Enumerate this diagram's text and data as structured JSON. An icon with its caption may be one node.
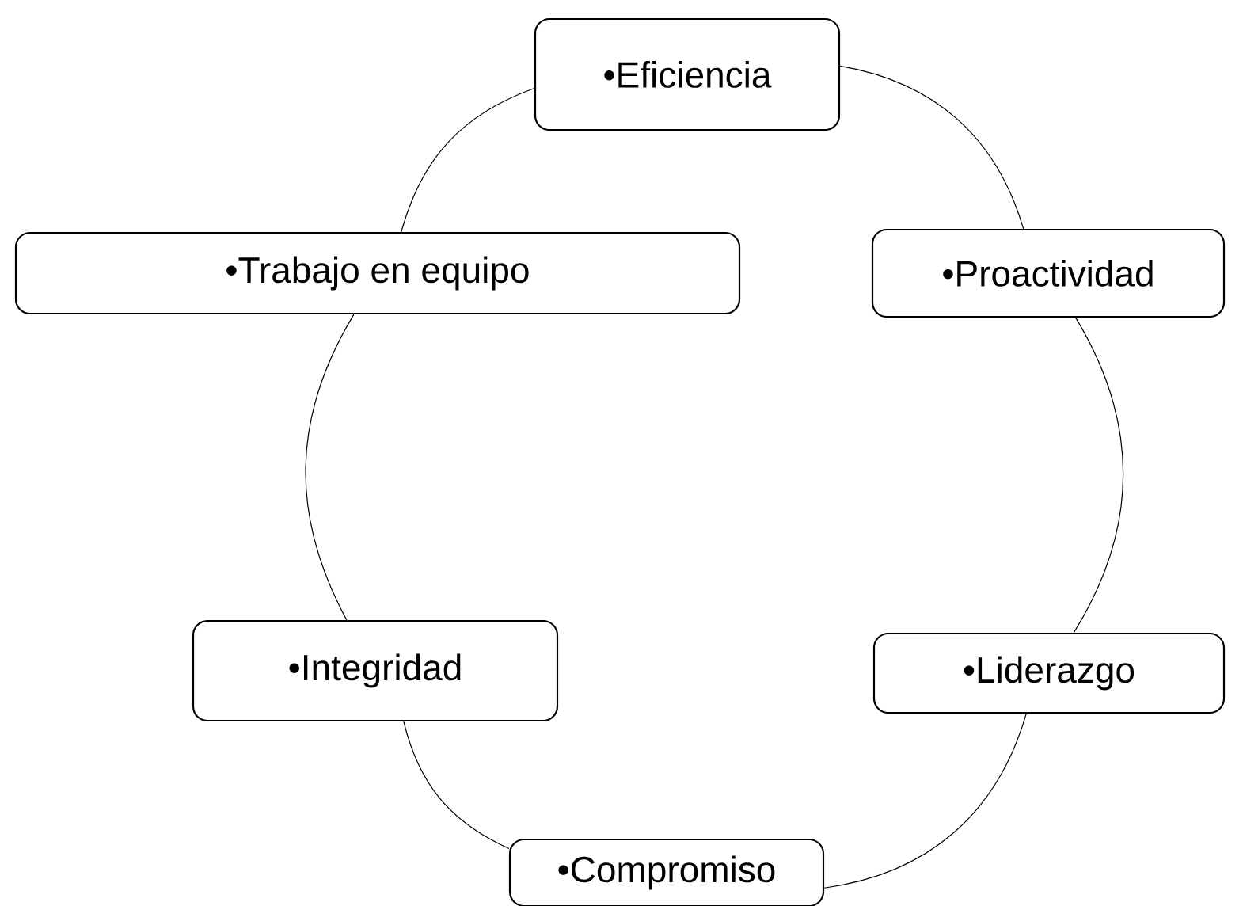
{
  "diagram": {
    "nodes": [
      {
        "text": [
          "•Eficiencia"
        ]
      },
      {
        "text": [
          "•Proactividad"
        ]
      },
      {
        "text": [
          "•Liderazgo"
        ]
      },
      {
        "text": [
          "•Compromiso"
        ]
      },
      {
        "text": [
          "•Integridad"
        ]
      },
      {
        "text": [
          "•Trabajo en equipo"
        ]
      }
    ],
    "edges": [
      {
        "from": 0,
        "to": 1,
        "arrow": "none"
      },
      {
        "from": 1,
        "to": 2,
        "arrow": "none"
      },
      {
        "from": 2,
        "to": 3,
        "arrow": "none"
      },
      {
        "from": 3,
        "to": 4,
        "arrow": "none"
      },
      {
        "from": 4,
        "to": 5,
        "arrow": "none"
      },
      {
        "from": 5,
        "to": 0,
        "arrow": "none"
      }
    ]
  }
}
